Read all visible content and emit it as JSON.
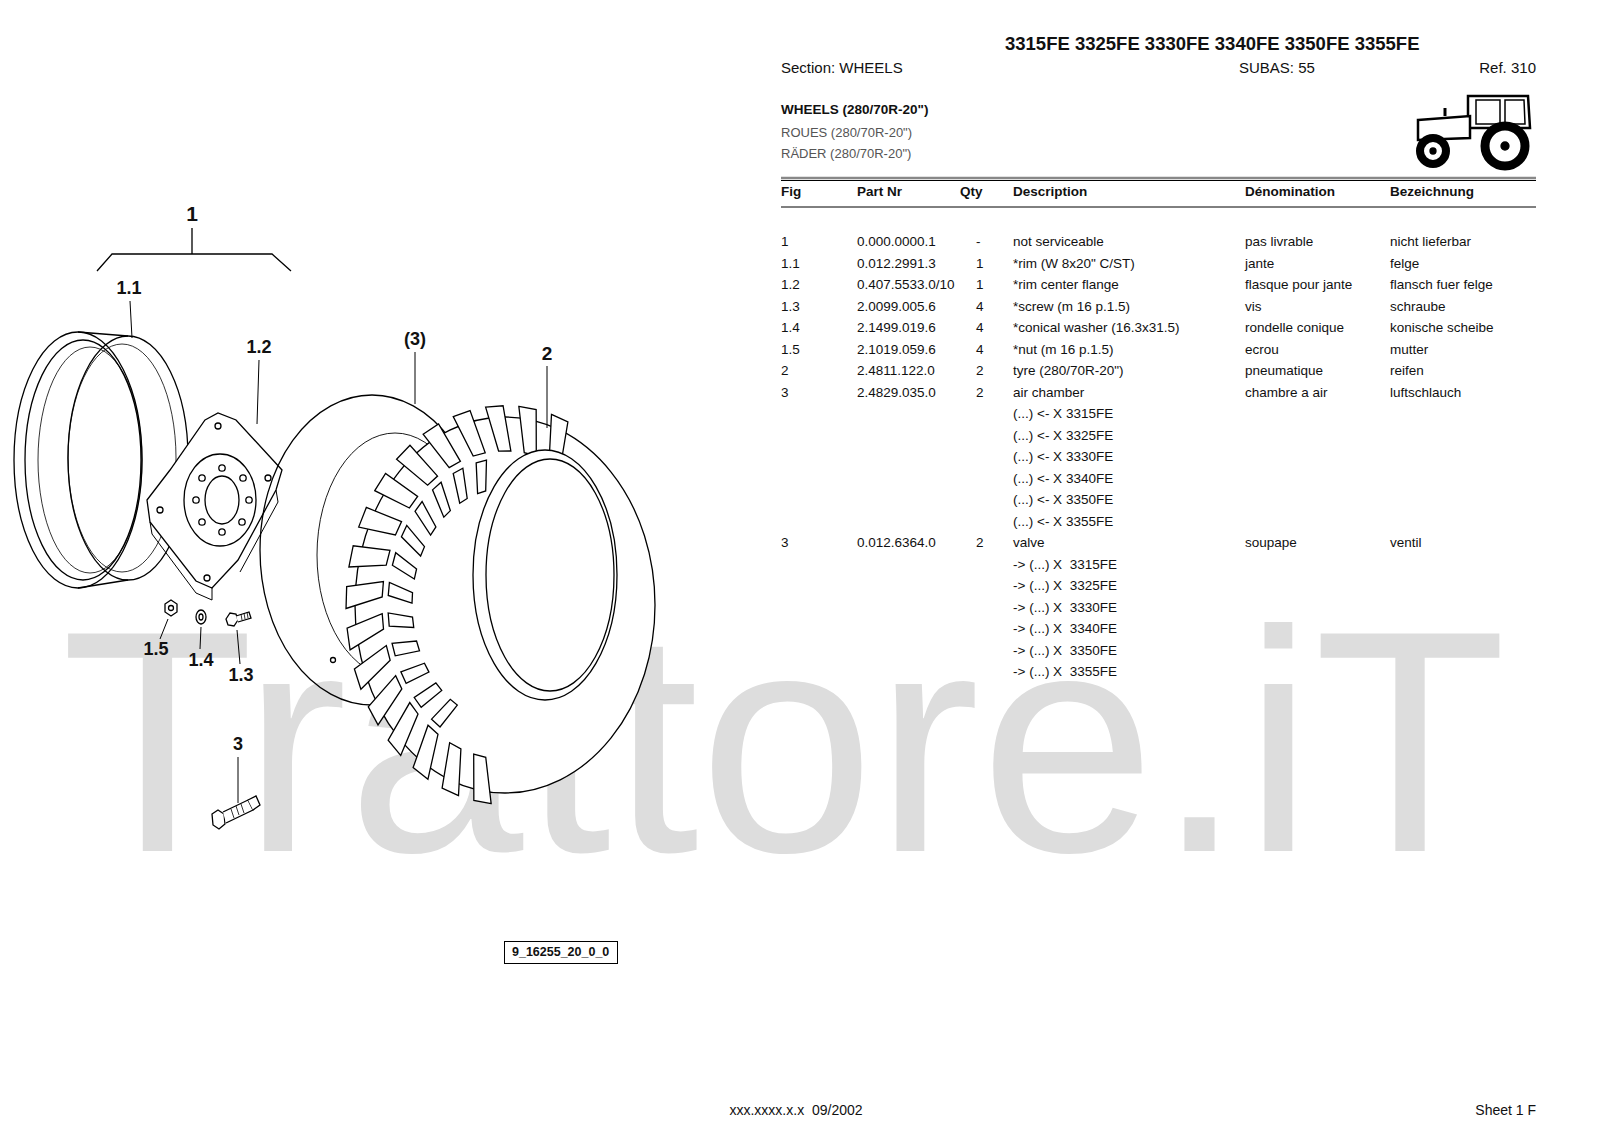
{
  "diagram": {
    "title": "3315FE 3325FE 3330FE 3340FE 3350FE 3355FE",
    "nodes": [
      {
        "text": [
          "9_16255_20_0_0"
        ]
      }
    ],
    "labels": [
      "Section: WHEELS",
      "SUBAS: 55",
      "Ref. 310",
      "WHEELS (280/70R-20\")",
      "ROUES (280/70R-20\")",
      "RÄDER (280/70R-20\")",
      "Fig",
      "Part Nr",
      "Qty",
      "Description",
      "Dénomination",
      "Bezeichnung",
      "1",
      "0.000.0000.1",
      "-",
      "not serviceable",
      "pas livrable",
      "nicht lieferbar",
      "1.1",
      "0.012.2991.3",
      "1",
      "*rim (W 8x20\" C/ST)",
      "jante",
      "felge",
      "1.2",
      "0.407.5533.0/10",
      "1",
      "*rim center flange",
      "flasque pour jante",
      "flansch fuer felge",
      "1.3",
      "2.0099.005.6",
      "4",
      "*screw (m 16 p.1.5)",
      "vis",
      "schraube",
      "1.4",
      "2.1499.019.6",
      "4",
      "*conical washer (16.3x31.5)",
      "rondelle conique",
      "konische scheibe",
      "1.5",
      "2.1019.059.6",
      "4",
      "*nut (m 16 p.1.5)",
      "ecrou",
      "mutter",
      "2",
      "2.4811.122.0",
      "2",
      "tyre (280/70R-20\")",
      "pneumatique",
      "reifen",
      "3",
      "2.4829.035.0",
      "2",
      "air chamber",
      "chambre a air",
      "luftschlauch",
      "(...) <- X 3315FE",
      "(...) <- X 3325FE",
      "(...) <- X 3330FE",
      "(...) <- X 3340FE",
      "(...) <- X 3350FE",
      "(...) <- X 3355FE",
      "3",
      "0.012.6364.0",
      "2",
      "valve",
      "soupape",
      "ventil",
      "-> (...) X  3315FE",
      "-> (...) X  3325FE",
      "-> (...) X  3330FE",
      "-> (...) X  3340FE",
      "-> (...) X  3350FE",
      "-> (...) X  3355FE",
      "1",
      "1.1",
      "1.2",
      "(3)",
      "2",
      "1.5",
      "1.4",
      "1.3",
      "3",
      "xxx.xxxx.x.x  09/2002",
      "Sheet 1 F",
      "Trattore.iT"
    ]
  }
}
